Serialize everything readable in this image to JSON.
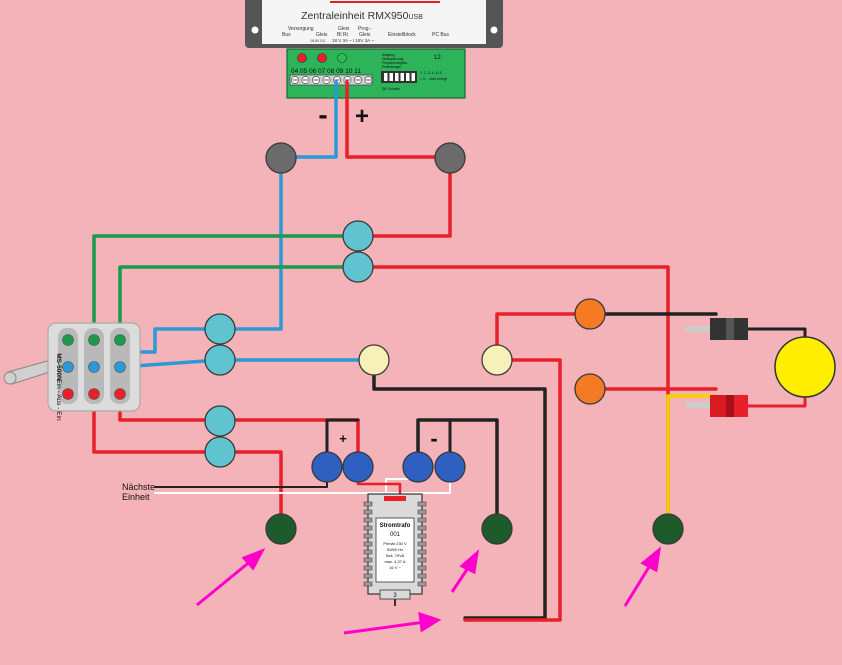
{
  "controller": {
    "top_label": "",
    "title": "Zentraleinheit RMX950",
    "title_suffix": "USB",
    "col_versorgung": "Versorgung",
    "col_gleis": "Gleis",
    "col_prog": "Prog.-",
    "bus": "Bus",
    "gleis": "Gleis",
    "bl_rt": "Bl Rt",
    "gleis2": "Gleis",
    "einstellblock": "Einstellblock",
    "pc_bus": "PC Bus",
    "spec_small": "16-8V DC",
    "spec_line": "18 V 3A ~ / 18V 3A ~"
  },
  "terminal_board": {
    "numbers": "04 05 06 07 08 09 10 11",
    "number_12": "12",
    "info_lines": [
      "Ausgang",
      "Gleisspannung",
      "Programmiergleis",
      "Einstellungen"
    ],
    "switch_caption": "DIP-Schalter",
    "dip_note": "1, 2, 3, 4, 5, 6",
    "dip_note2": "= 0... nicht belegt"
  },
  "polarity": {
    "minus": "-",
    "plus": "+"
  },
  "switch": {
    "model": "MS-500N",
    "modes": "Ein - Aus - Ein"
  },
  "transformer": {
    "title": "Stromtrafo",
    "number": "001",
    "spec1": "Primär 230 V",
    "spec2": "50/60 Hz",
    "spec3": "Sek. 70VA",
    "spec4": "max. 4,37 A",
    "spec5": "16 V ~",
    "bottom_no": "3"
  },
  "block_labels": {
    "plus": "+",
    "minus": "-"
  },
  "next_unit": {
    "line1": "Nächste",
    "line2": "Einheit"
  },
  "colors": {
    "background": "#f4b3b8",
    "wire_red": "#e8202a",
    "wire_blue": "#2a9ad6",
    "wire_green": "#1a9a4a",
    "wire_black": "#222222",
    "wire_yellow": "#f2d200",
    "pointer_arrow": "#ff00cc",
    "connector_teal": "#5fc4cf",
    "connector_cream": "#f7f0b8",
    "connector_grey": "#6b6b6b",
    "connector_dark_green": "#1e5b2a",
    "connector_orange": "#f47a24",
    "connector_blue": "#2f5fc0",
    "lamp_yellow": "#ffee00",
    "board_green": "#2db35a"
  }
}
